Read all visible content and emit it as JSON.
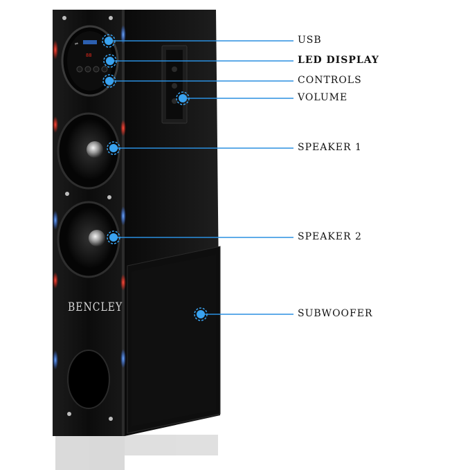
{
  "brand": {
    "logo_text": "BENCLEY"
  },
  "callouts": [
    {
      "id": "usb",
      "label": "USB",
      "bold": false
    },
    {
      "id": "led-display",
      "label": "LED DISPLAY",
      "bold": true
    },
    {
      "id": "controls",
      "label": "CONTROLS",
      "bold": false
    },
    {
      "id": "volume",
      "label": "VOLUME",
      "bold": false
    },
    {
      "id": "speaker-1",
      "label": "SPEAKER 1",
      "bold": false
    },
    {
      "id": "speaker-2",
      "label": "SPEAKER 2",
      "bold": false
    },
    {
      "id": "subwoofer",
      "label": "SUBWOOFER",
      "bold": false
    }
  ],
  "colors": {
    "callout_line": "#2a8fe0",
    "callout_dot": "#3aa3f0",
    "cabinet": "#121212",
    "led_red": "#e8291c",
    "led_blue": "#3b7dff"
  }
}
